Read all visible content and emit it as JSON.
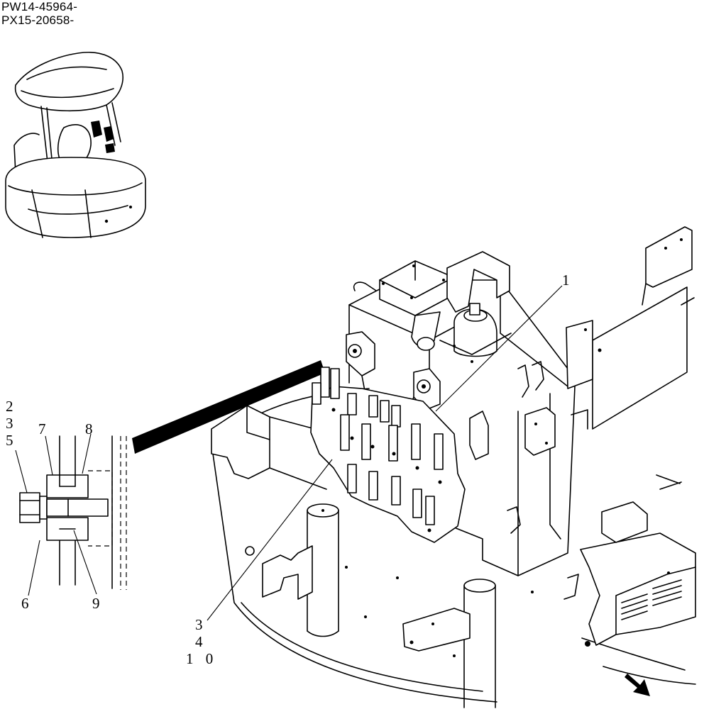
{
  "serials": [
    "PW14-45964-",
    "PX15-20658-"
  ],
  "callouts": {
    "c1": "1",
    "c2": "2",
    "c3a": "3",
    "c5": "5",
    "c7": "7",
    "c8": "8",
    "c6": "6",
    "c9": "9",
    "c3b": "3",
    "c4": "4",
    "c10": "1 0"
  },
  "icons": {
    "cab": "excavator-cab-locator-icon",
    "arrow": "front-direction-arrow-icon"
  }
}
